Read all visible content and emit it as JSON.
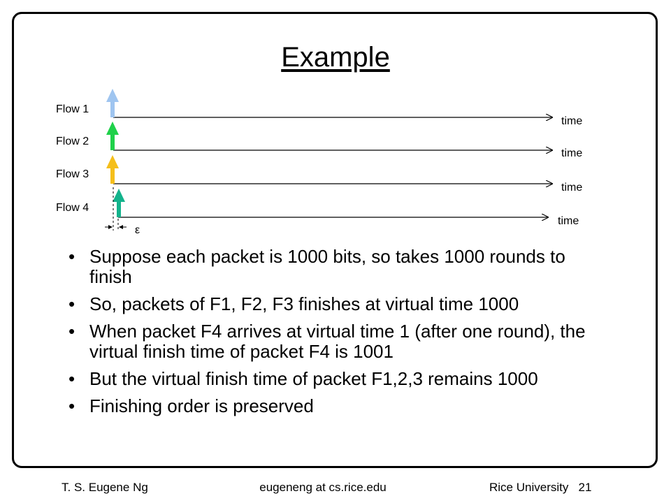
{
  "slide": {
    "title": "Example",
    "page_number": "21"
  },
  "diagram": {
    "flows": [
      {
        "label": "Flow 1",
        "axis_label": "time",
        "arrow_color": "#9fc5f0"
      },
      {
        "label": "Flow 2",
        "axis_label": "time",
        "arrow_color": "#1fd14a"
      },
      {
        "label": "Flow 3",
        "axis_label": "time",
        "arrow_color": "#f5bf1b"
      },
      {
        "label": "Flow 4",
        "axis_label": "time",
        "arrow_color": "#13b38c"
      }
    ],
    "epsilon_label": "ε"
  },
  "bullets": [
    "Suppose each packet is 1000 bits, so takes 1000 rounds to finish",
    "So, packets of F1, F2, F3 finishes at virtual time 1000",
    "When packet F4 arrives at virtual time 1 (after one round), the virtual finish time of packet F4 is 1001",
    "But the virtual finish time of packet F1,2,3 remains 1000",
    "Finishing order is preserved"
  ],
  "footer": {
    "author": "T. S. Eugene Ng",
    "email": "eugeneng at cs.rice.edu",
    "institution": "Rice University"
  }
}
